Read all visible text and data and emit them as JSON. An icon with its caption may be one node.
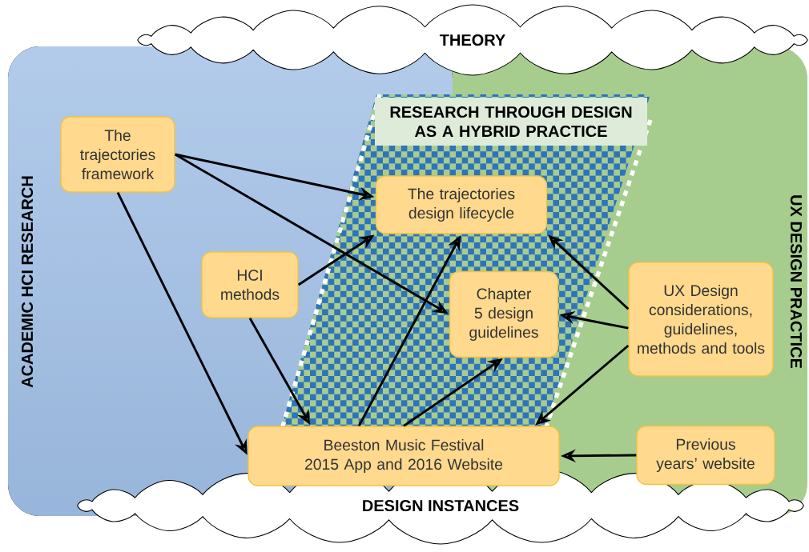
{
  "diagram": {
    "nodes": [
      {
        "text": [
          "THEORY"
        ]
      },
      {
        "text": [
          "The trajectories framework"
        ]
      },
      {
        "text": [
          "The trajectories design lifecycle"
        ]
      },
      {
        "text": [
          "HCI methods"
        ]
      },
      {
        "text": [
          "Chapter 5 design guidelines"
        ]
      },
      {
        "text": [
          "UX Design considerations, guidelines, methods and tools"
        ]
      },
      {
        "text": [
          "Beeston Music Festival 2015 App and 2016 Website"
        ]
      },
      {
        "text": [
          "Previous years’ website"
        ]
      },
      {
        "text": [
          "DESIGN INSTANCES"
        ]
      }
    ],
    "edges": [
      {
        "from": 1,
        "to": 2,
        "arrow": "to"
      },
      {
        "from": 1,
        "to": 4,
        "arrow": "to"
      },
      {
        "from": 1,
        "to": 6,
        "arrow": "to"
      },
      {
        "from": 3,
        "to": 2,
        "arrow": "to"
      },
      {
        "from": 3,
        "to": 6,
        "arrow": "to"
      },
      {
        "from": 6,
        "to": 2,
        "arrow": "to"
      },
      {
        "from": 6,
        "to": 4,
        "arrow": "to"
      },
      {
        "from": 5,
        "to": 2,
        "arrow": "to"
      },
      {
        "from": 5,
        "to": 4,
        "arrow": "to"
      },
      {
        "from": 5,
        "to": 6,
        "arrow": "to"
      },
      {
        "from": 7,
        "to": 6,
        "arrow": "to"
      }
    ],
    "labels": [
      "RESEARCH THROUGH DESIGN AS A HYBRID PRACTICE",
      "ACADEMIC HCI RESEARCH",
      "UX DESIGN PRACTICE"
    ]
  }
}
